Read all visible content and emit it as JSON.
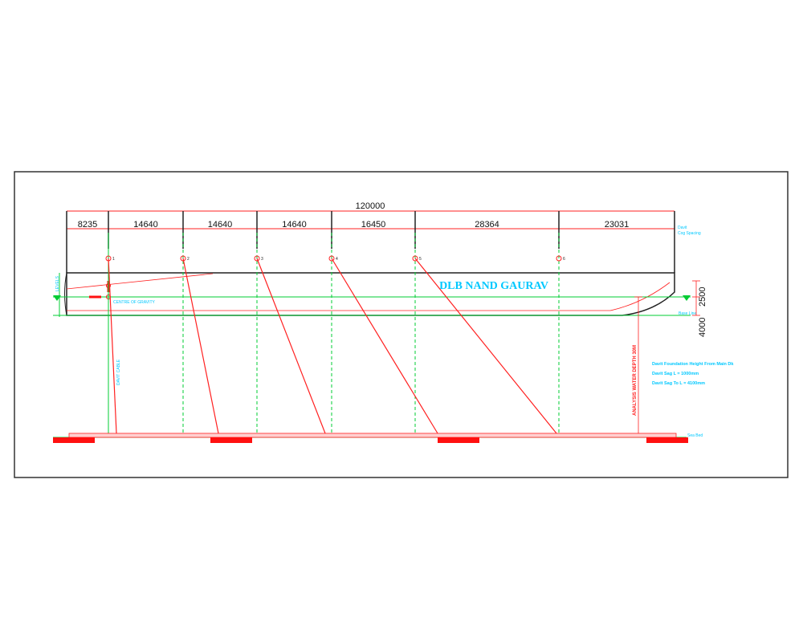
{
  "drawing": {
    "total_length": "120000",
    "segments": [
      "8235",
      "14640",
      "14640",
      "14640",
      "16450",
      "28364",
      "23031"
    ],
    "vessel_name": "DLB NAND GAURAV",
    "height_dim_1": "2500",
    "height_dim_2": "4000",
    "left_vertical_label": "LEVELS",
    "cog_label": "CENTRE OF GRAVITY",
    "cable_label": "DAVIT CABLE",
    "water_depth_label": "ANALYSIS WATER DEPTH 30M",
    "top_right_label_1": "Davit",
    "top_right_label_2": "Cog Spacing",
    "base_line_label": "Base Line",
    "sea_bed_label": "Sea Bed",
    "notes": [
      "Davit Foundation Height From Main Dk",
      "Davit Sag L = 1000mm",
      "Davit Sag To L = 4100mm"
    ],
    "anchor_labels": [
      "1",
      "2",
      "3",
      "4",
      "5",
      "6"
    ],
    "colors": {
      "frame": "#333333",
      "dimension": "#ff2020",
      "hull": "#222222",
      "cable": "#ff2020",
      "waterline": "#00cc33",
      "guides": "#00cc33",
      "text_accent": "#00c8ff",
      "seabed_block": "#ff1010"
    }
  }
}
